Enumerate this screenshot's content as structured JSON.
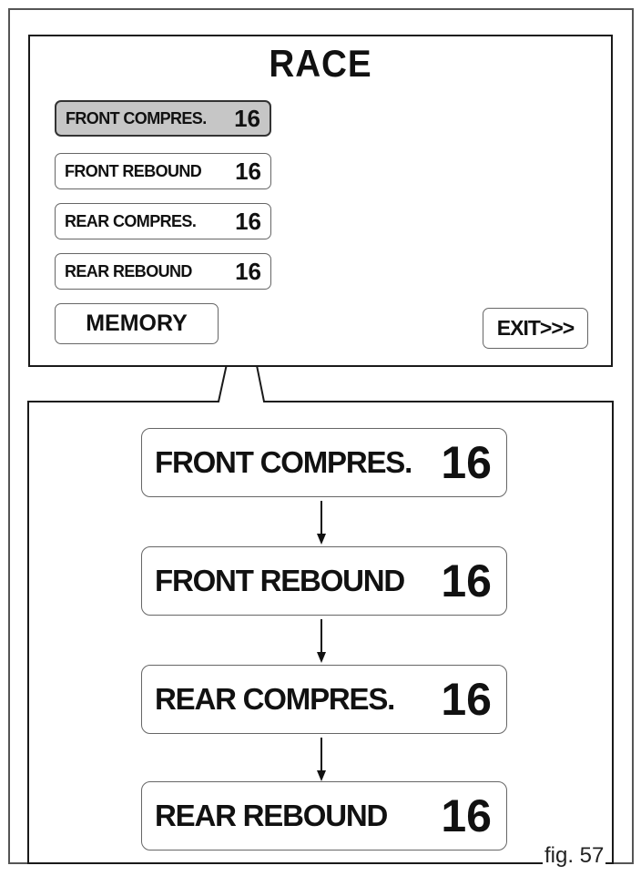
{
  "screen": {
    "title": "RACE",
    "rows": [
      {
        "label": "FRONT COMPRES.",
        "value": "16",
        "selected": true
      },
      {
        "label": "FRONT REBOUND",
        "value": "16",
        "selected": false
      },
      {
        "label": "REAR COMPRES.",
        "value": "16",
        "selected": false
      },
      {
        "label": "REAR REBOUND",
        "value": "16",
        "selected": false
      }
    ],
    "memory_label": "MEMORY",
    "exit_label": "EXIT>>>"
  },
  "sequence": [
    {
      "label": "FRONT COMPRES.",
      "value": "16"
    },
    {
      "label": "FRONT REBOUND",
      "value": "16"
    },
    {
      "label": "REAR COMPRES.",
      "value": "16"
    },
    {
      "label": "REAR REBOUND",
      "value": "16"
    }
  ],
  "figure_label": "fig. 57",
  "icons": {
    "arrow": "arrow-down-icon"
  }
}
